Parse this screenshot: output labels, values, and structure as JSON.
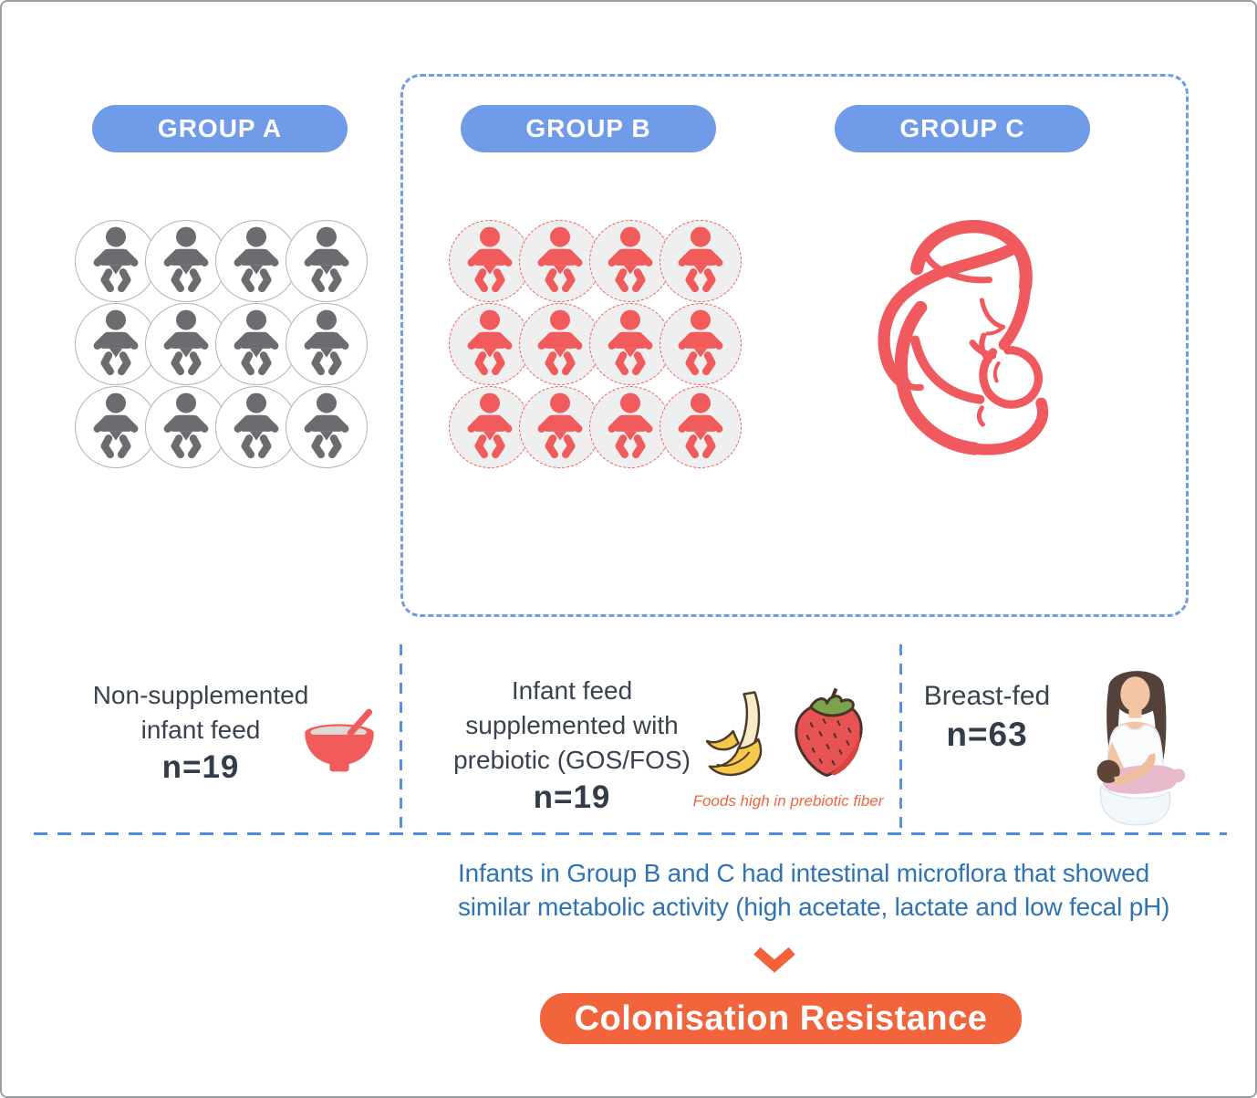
{
  "groups": [
    {
      "label": "GROUP A",
      "infant_icon_count": 12,
      "description_lines": [
        "Non-supplemented",
        "infant feed"
      ],
      "n_label": "n=19",
      "icon": "porridge-bowl-icon"
    },
    {
      "label": "GROUP B",
      "infant_icon_count": 12,
      "description_lines": [
        "Infant feed",
        "supplemented with",
        "prebiotic (GOS/FOS)"
      ],
      "n_label": "n=19",
      "icon": "banana-strawberry-icon",
      "icon_caption": "Foods high in prebiotic fiber"
    },
    {
      "label": "GROUP C",
      "description_lines": [
        "Breast-fed"
      ],
      "n_label": "n=63",
      "icon": "breastfeeding-mother-icon"
    }
  ],
  "conclusion": {
    "text": "Infants in Group B and C had intestinal microflora that showed similar metabolic activity (high acetate, lactate and low fecal pH)",
    "arrow_icon": "chevron-down-icon",
    "banner_label": "Colonisation Resistance"
  },
  "colors": {
    "group_pill_blue": "#6F9BE9",
    "dashed_border_blue": "#6F9BE9",
    "divider_blue": "#4E8BD9",
    "coral_red": "#F15B5B",
    "gray_infant": "#6A6C70",
    "banner_orange": "#F2653C",
    "caption_orange": "#F2653C",
    "dark_text": "#3A4250",
    "conclusion_blue": "#2E74B5"
  }
}
